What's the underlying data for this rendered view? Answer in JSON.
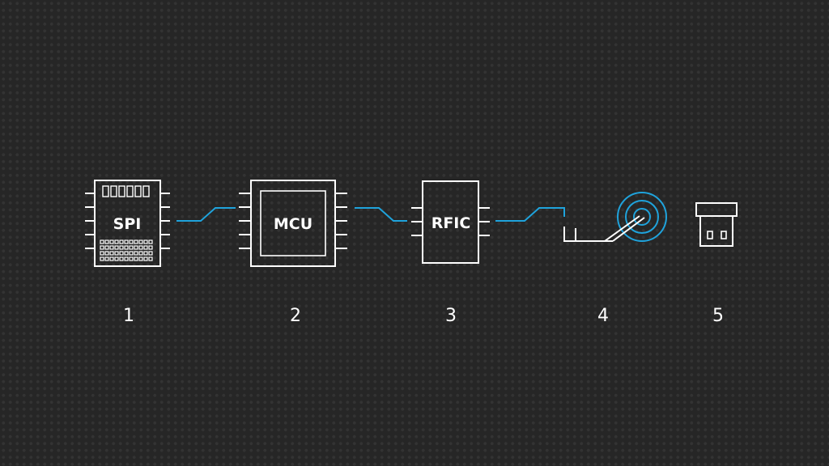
{
  "colors": {
    "background": "#262626",
    "dot": "#333333",
    "outline": "#ffffff",
    "signal": "#1fa3dc"
  },
  "components": [
    {
      "id": "spi",
      "label": "SPI",
      "number": "1",
      "icon": "spi-flash-chip-icon"
    },
    {
      "id": "mcu",
      "label": "MCU",
      "number": "2",
      "icon": "mcu-chip-icon"
    },
    {
      "id": "rfic",
      "label": "RFIC",
      "number": "3",
      "icon": "rf-chip-icon"
    },
    {
      "id": "antenna",
      "label": "",
      "number": "4",
      "icon": "antenna-icon"
    },
    {
      "id": "receiver",
      "label": "",
      "number": "5",
      "icon": "usb-receiver-icon"
    }
  ]
}
